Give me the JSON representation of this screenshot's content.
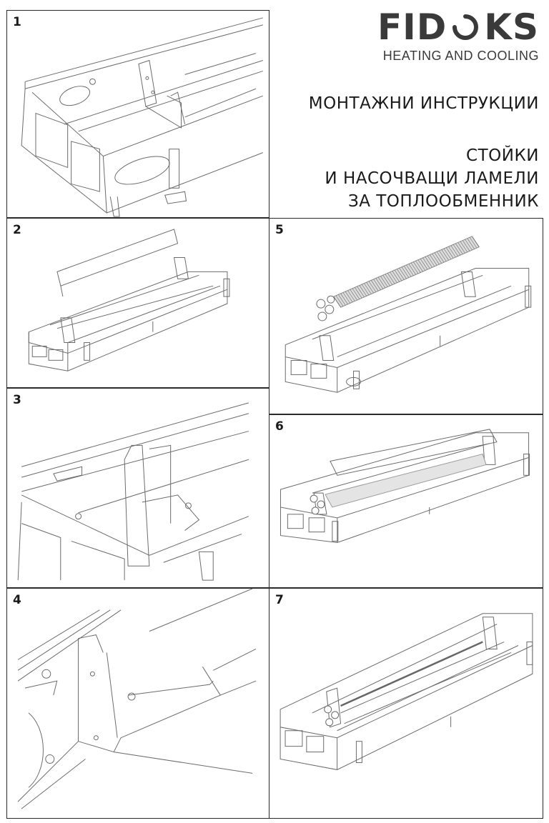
{
  "brand": {
    "name_left": "FID",
    "name_right": "KS",
    "subtitle": "HEATING AND COOLING"
  },
  "title": "МОНТАЖНИ ИНСТРУКЦИИ",
  "subtitle_lines": [
    "СТОЙКИ",
    "И НАСОЧВАЩИ ЛАМЕЛИ",
    "ЗА ТОПЛООБМЕННИК"
  ],
  "steps": [
    {
      "number": "1"
    },
    {
      "number": "2"
    },
    {
      "number": "3"
    },
    {
      "number": "4"
    },
    {
      "number": "5"
    },
    {
      "number": "6"
    },
    {
      "number": "7"
    }
  ],
  "colors": {
    "line": "#6b6b6b",
    "border": "#2a2a2a",
    "brand": "#3a3a3a"
  }
}
